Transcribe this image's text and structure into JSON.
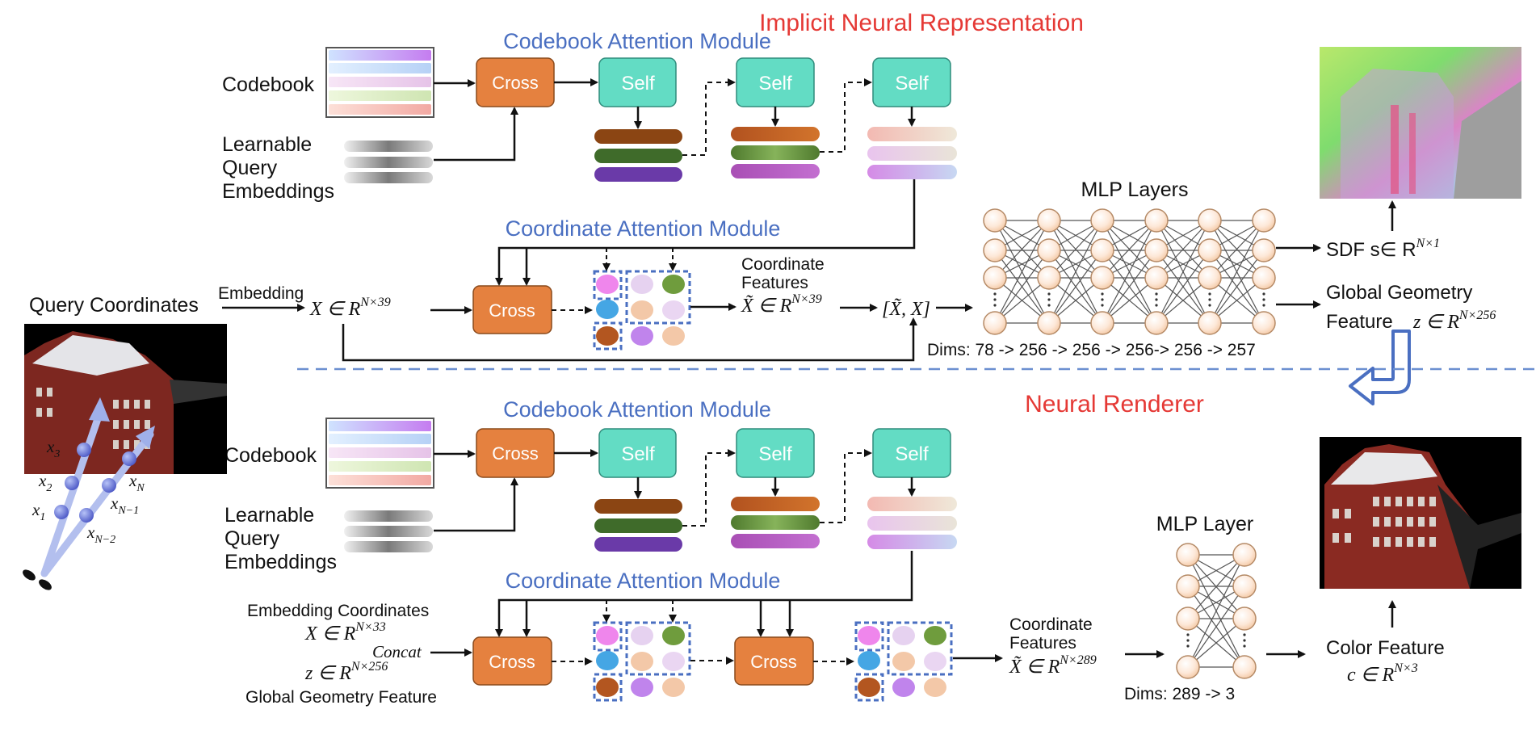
{
  "inr": {
    "title": "Implicit Neural Representation",
    "codebook_module": {
      "title": "Codebook Attention Module",
      "codebook_label": "Codebook",
      "query_label_1": "Learnable",
      "query_label_2": "Query",
      "query_label_3": "Embeddings",
      "cross": "Cross",
      "self_1": "Self",
      "self_2": "Self",
      "self_3": "Self"
    },
    "coord_module": {
      "title": "Coordinate Attention Module",
      "query_coords": "Query  Coordinates",
      "embedding": "Embedding",
      "x_in": "X ∈ R",
      "x_in_sup": "N×39",
      "cross": "Cross",
      "coord_feat_1": "Coordinate",
      "coord_feat_2": "Features",
      "x_tilde": "X̃ ∈ R",
      "x_tilde_sup": "N×39",
      "concat": "[X̃, X]"
    },
    "mlp": {
      "title": "MLP Layers",
      "dims": "Dims: 78 -> 256 -> 256 -> 256-> 256 -> 257"
    },
    "outputs": {
      "sdf": "SDF s∈ R",
      "sdf_sup": "N×1",
      "geo_1": "Global Geometry",
      "geo_2": "Feature",
      "geo_z": "z ∈ R",
      "geo_sup": "N×256"
    }
  },
  "renderer": {
    "title": "Neural Renderer",
    "codebook_module": {
      "title": "Codebook Attention Module",
      "codebook_label": "Codebook",
      "query_label_1": "Learnable",
      "query_label_2": "Query",
      "query_label_3": "Embeddings",
      "cross": "Cross",
      "self_1": "Self",
      "self_2": "Self",
      "self_3": "Self"
    },
    "coord_module": {
      "title": "Coordinate Attention Module",
      "emb_coords": "Embedding  Coordinates",
      "x_in": "X ∈ R",
      "x_in_sup": "N×33",
      "concat": "Concat",
      "z_in": "z ∈ R",
      "z_in_sup": "N×256",
      "global_geo": "Global Geometry Feature",
      "cross_1": "Cross",
      "cross_2": "Cross",
      "coord_feat_1": "Coordinate",
      "coord_feat_2": "Features",
      "x_tilde": "X̃ ∈ R",
      "x_tilde_sup": "N×289"
    },
    "mlp": {
      "title": "MLP Layer",
      "dims": "Dims: 289  -> 3"
    },
    "outputs": {
      "color_1": "Color Feature",
      "color_c": "c ∈ R",
      "color_sup": "N×3"
    }
  },
  "rays": {
    "x1": "x",
    "x1_sub": "1",
    "x2": "x",
    "x2_sub": "2",
    "x3": "x",
    "x3_sub": "3",
    "xN": "x",
    "xN_sub": "N",
    "xN1": "x",
    "xN1_sub": "N−1",
    "xN2": "x",
    "xN2_sub": "N−2"
  },
  "colors": {
    "cross": "#e5813f",
    "self": "#63dcc4",
    "title_blue": "#4a6fc1",
    "title_red": "#e53935",
    "divider": "#6b8fd0"
  }
}
